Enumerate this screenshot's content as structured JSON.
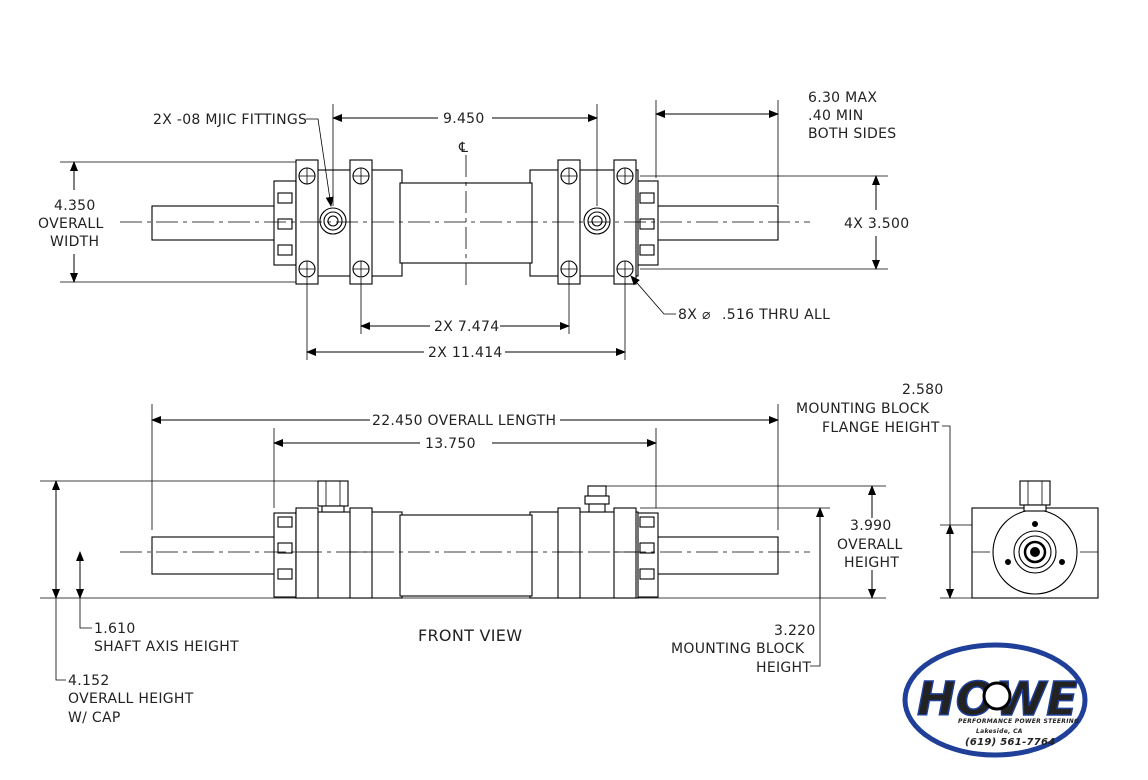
{
  "top_view": {
    "fittings_label": "2X -08 MJIC FITTINGS",
    "dim_center": "9.450",
    "centerline_symbol": "℄",
    "stroke_max": "6.30 MAX",
    "stroke_min": ".40 MIN",
    "stroke_sides": "BOTH SIDES",
    "width_value": "4.350",
    "width_label_1": "OVERALL",
    "width_label_2": "WIDTH",
    "bolt_spacing": "4X 3.500",
    "hole_label_prefix": "8X",
    "hole_diameter_symbol": "⌀",
    "hole_label_value": ".516 THRU ALL",
    "inner_spacing": "2X 7.474",
    "outer_spacing": "2X 11.414"
  },
  "front_view": {
    "overall_length": "22.450 OVERALL LENGTH",
    "block_spacing": "13.750",
    "view_title": "FRONT VIEW",
    "shaft_axis_value": "1.610",
    "shaft_axis_label": "SHAFT AXIS HEIGHT",
    "overall_height_value": "4.152",
    "overall_height_label_1": "OVERALL HEIGHT",
    "overall_height_label_2": "W/ CAP",
    "block_overall_value": "3.990",
    "block_overall_label_1": "OVERALL",
    "block_overall_label_2": "HEIGHT",
    "mount_block_value": "3.220",
    "mount_block_label_1": "MOUNTING BLOCK",
    "mount_block_label_2": "HEIGHT"
  },
  "side_view": {
    "flange_value": "2.580",
    "flange_label_1": "MOUNTING BLOCK",
    "flange_label_2": "FLANGE HEIGHT"
  },
  "logo": {
    "name": "HOWE",
    "tagline": "PERFORMANCE POWER STEERING",
    "location": "Lakeside, CA",
    "phone": "(619) 561-7764",
    "primary_color": "#e31b23",
    "secondary_color": "#1f3f99"
  }
}
